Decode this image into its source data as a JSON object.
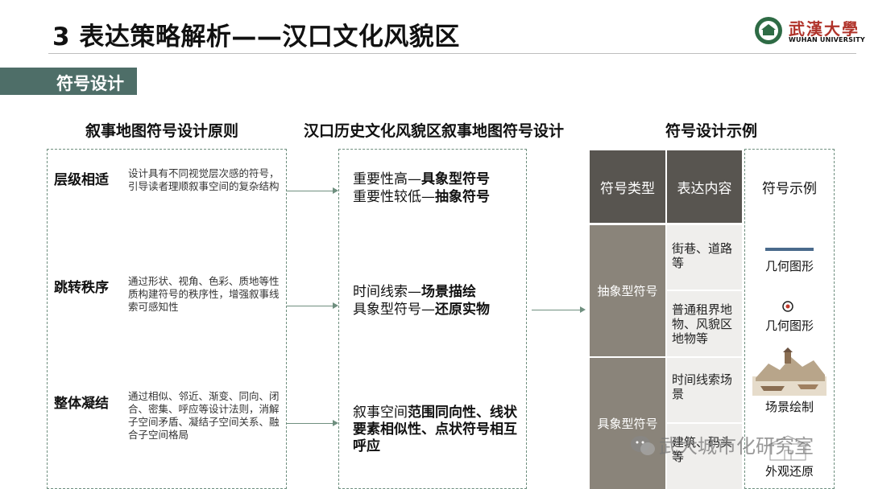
{
  "header": {
    "title": "3 表达策略解析——汉口文化风貌区",
    "logo_name": "武漢大學",
    "logo_en": "WUHAN UNIVERSITY"
  },
  "section_tag": "符号设计",
  "columns": {
    "left_heading": "叙事地图符号设计原则",
    "middle_heading": "汉口历史文化风貌区叙事地图符号设计",
    "right_heading": "符号设计示例"
  },
  "principles": [
    {
      "title": "层级相适",
      "desc": "设计具有不同视觉层次感的符号，引导读者理顺叙事空间的复杂结构"
    },
    {
      "title": "跳转秩序",
      "desc": "通过形状、视角、色彩、质地等性质构建符号的秩序性，增强叙事线索可感知性"
    },
    {
      "title": "整体凝结",
      "desc": "通过相似、邻近、渐变、同向、闭合、密集、呼应等设计法则，消解子空间矛盾、凝结子空间关系、融合子空间格局"
    }
  ],
  "strategies": [
    {
      "l1_a": "重要性高—",
      "l1_b": "具象型符号",
      "l2_a": "重要性较低—",
      "l2_b": "抽象符号"
    },
    {
      "l1_a": "时间线索—",
      "l1_b": "场景描绘",
      "l2_a": "具象型符号—",
      "l2_b": "还原实物"
    },
    {
      "l1_a": "叙事空间",
      "l1_b": "范围同向性、线状要素相似性、点状符号相互呼应"
    }
  ],
  "table": {
    "headers": [
      "符号类型",
      "表达内容",
      "符号示例"
    ],
    "groups": [
      "抽象型符号",
      "具象型符号"
    ],
    "contents": [
      "街巷、道路等",
      "普通租界地物、风貌区地物等",
      "时间线索场景",
      "建筑、码头等"
    ],
    "examples": [
      "几何图形",
      "几何图形",
      "场景绘制",
      "外观还原"
    ]
  },
  "watermark": "武大城市化研究室",
  "colors": {
    "accent": "#4e6e68",
    "dashed": "#6f8f7f",
    "header_cell": "#585550",
    "group_cell": "#8a847a",
    "content_cell": "#efeeec",
    "line_symbol": "#4a6a8c",
    "point_symbol": "#c0392b"
  },
  "icons": [
    "wuhan-university-emblem-icon",
    "line-symbol-icon",
    "point-symbol-icon",
    "scene-illustration-icon",
    "wechat-icon"
  ]
}
